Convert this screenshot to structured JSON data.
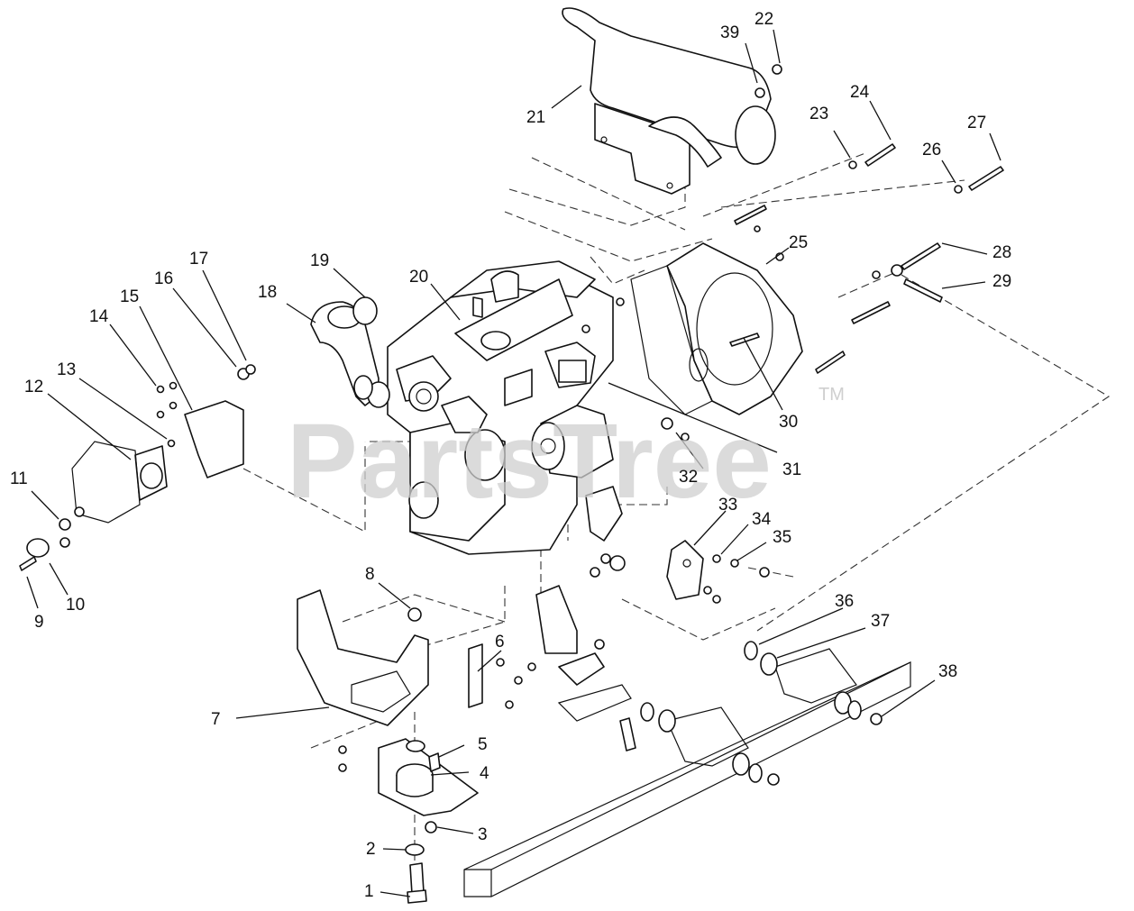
{
  "watermark": {
    "text": "PartsTree",
    "trademark": "TM"
  },
  "callouts": [
    {
      "label": "1"
    },
    {
      "label": "2"
    },
    {
      "label": "3"
    },
    {
      "label": "4"
    },
    {
      "label": "5"
    },
    {
      "label": "6"
    },
    {
      "label": "7"
    },
    {
      "label": "8"
    },
    {
      "label": "9"
    },
    {
      "label": "10"
    },
    {
      "label": "11"
    },
    {
      "label": "12"
    },
    {
      "label": "13"
    },
    {
      "label": "14"
    },
    {
      "label": "15"
    },
    {
      "label": "16"
    },
    {
      "label": "17"
    },
    {
      "label": "18"
    },
    {
      "label": "19"
    },
    {
      "label": "20"
    },
    {
      "label": "21"
    },
    {
      "label": "22"
    },
    {
      "label": "23"
    },
    {
      "label": "24"
    },
    {
      "label": "25"
    },
    {
      "label": "26"
    },
    {
      "label": "27"
    },
    {
      "label": "28"
    },
    {
      "label": "29"
    },
    {
      "label": "30"
    },
    {
      "label": "31"
    },
    {
      "label": "32"
    },
    {
      "label": "33"
    },
    {
      "label": "34"
    },
    {
      "label": "35"
    },
    {
      "label": "36"
    },
    {
      "label": "37"
    },
    {
      "label": "38"
    },
    {
      "label": "39"
    }
  ]
}
